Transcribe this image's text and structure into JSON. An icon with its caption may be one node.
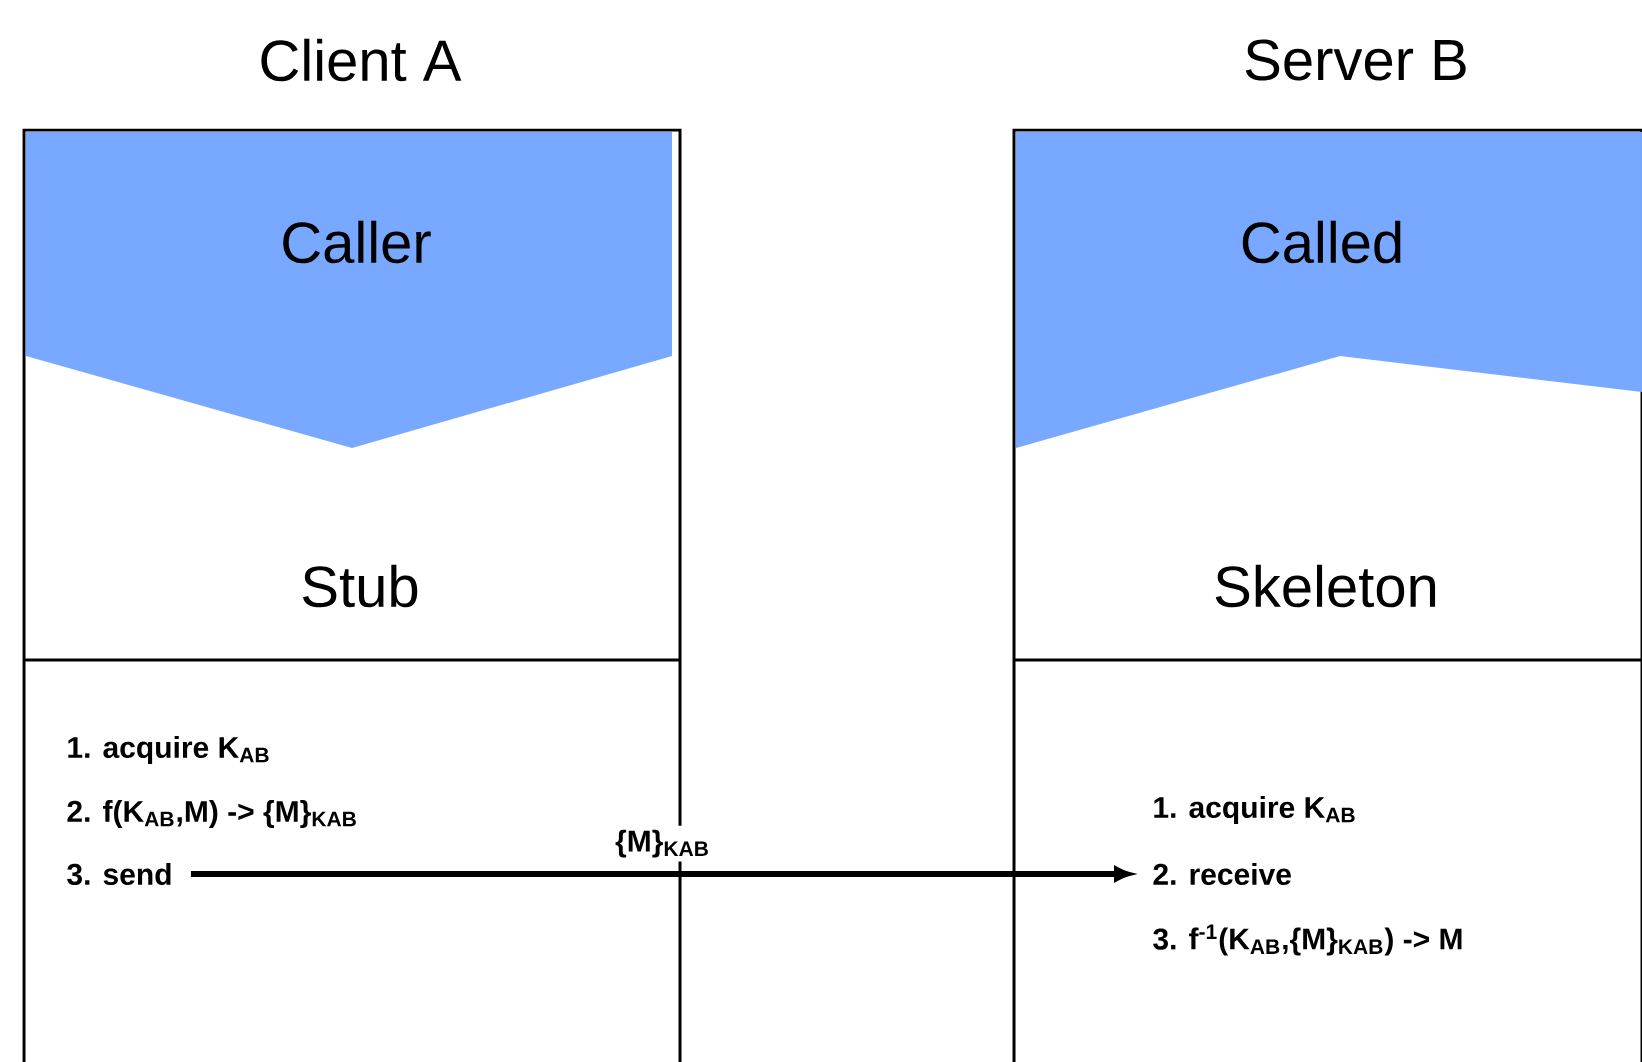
{
  "diagram": {
    "nodes": [
      {
        "text": [
          "Caller"
        ]
      },
      {
        "text": [
          "Stub"
        ]
      },
      {
        "text": [
          "1. acquire K$_{AB}$",
          "2. f(K$_{AB}$,M) -> {M}$_{KAB}$",
          "3. send"
        ]
      },
      {
        "text": [
          "Called"
        ]
      },
      {
        "text": [
          "Skeleton"
        ]
      },
      {
        "text": [
          "1. acquire K$_{AB}$",
          "2. receive",
          "3. f$^{-1}$(K$_{AB}$,{M}$_{KAB}$) -> M"
        ]
      }
    ],
    "edges": [
      {
        "from": 2,
        "to": 5,
        "arrow": "to",
        "label": "{M}$_{KAB}$"
      }
    ],
    "labels": [
      "Client A",
      "Server B"
    ]
  }
}
